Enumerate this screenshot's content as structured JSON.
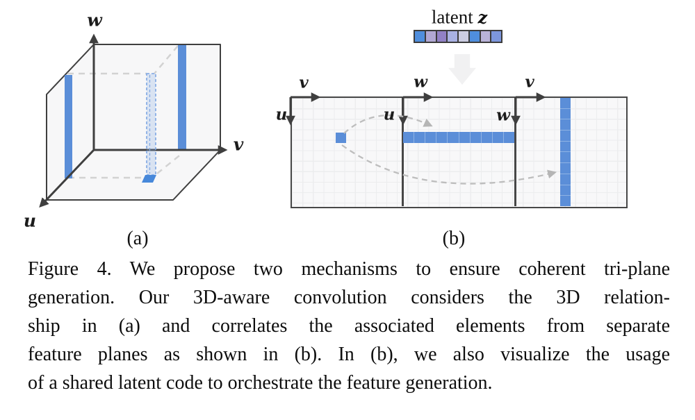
{
  "figure": {
    "caption_lines": [
      "Figure 4. We propose two mechanisms to ensure coherent tri-plane",
      "generation. Our 3D-aware convolution considers the 3D relation-",
      "ship in (a) and correlates the associated elements from separate",
      "feature planes as shown in (b). In (b), we also visualize the usage",
      "of a shared latent code to orchestrate the feature generation."
    ],
    "panel_a": {
      "label": "(a)",
      "axes": {
        "up": "w",
        "right": "v",
        "depth": "u"
      }
    },
    "panel_b": {
      "label": "(b)",
      "latent": {
        "word": "latent",
        "symbol": "z",
        "cell_colors": [
          "#4f8edd",
          "#b1a8d3",
          "#9181c5",
          "#a9b1e3",
          "#cbcce1",
          "#4f8edd",
          "#b9b3d8",
          "#7d97dd"
        ]
      },
      "grids": [
        {
          "h_axis": "v",
          "v_axis": "u"
        },
        {
          "h_axis": "w",
          "v_axis": "u"
        },
        {
          "h_axis": "v",
          "v_axis": "w"
        }
      ]
    },
    "colors": {
      "feature_blue": "#5b8ed8",
      "plane_fill": "#f7f7f8",
      "line_dark": "#3f3f3f",
      "dashed_gray": "#d2d2d2"
    }
  }
}
